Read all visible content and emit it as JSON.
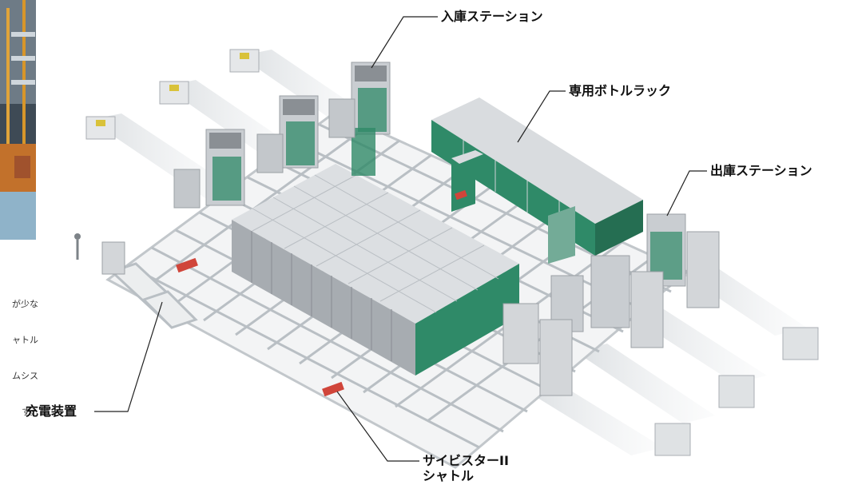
{
  "labels": {
    "inbound_station": "入庫ステーション",
    "bottle_rack": "専用ボトルラック",
    "outbound_station": "出庫ステーション",
    "charger": "充電装置",
    "shuttle_line1": "サイビスターII",
    "shuttle_line2": "シャトル"
  },
  "caption": {
    "lines": [
      "が少な",
      "ャトル",
      "ムシス",
      "す。"
    ]
  },
  "colors": {
    "green_rack": "#2f8a68",
    "gray_rack": "#9ea3a8",
    "shuttle": "#d0453a",
    "frame": "#b9bfc4"
  }
}
